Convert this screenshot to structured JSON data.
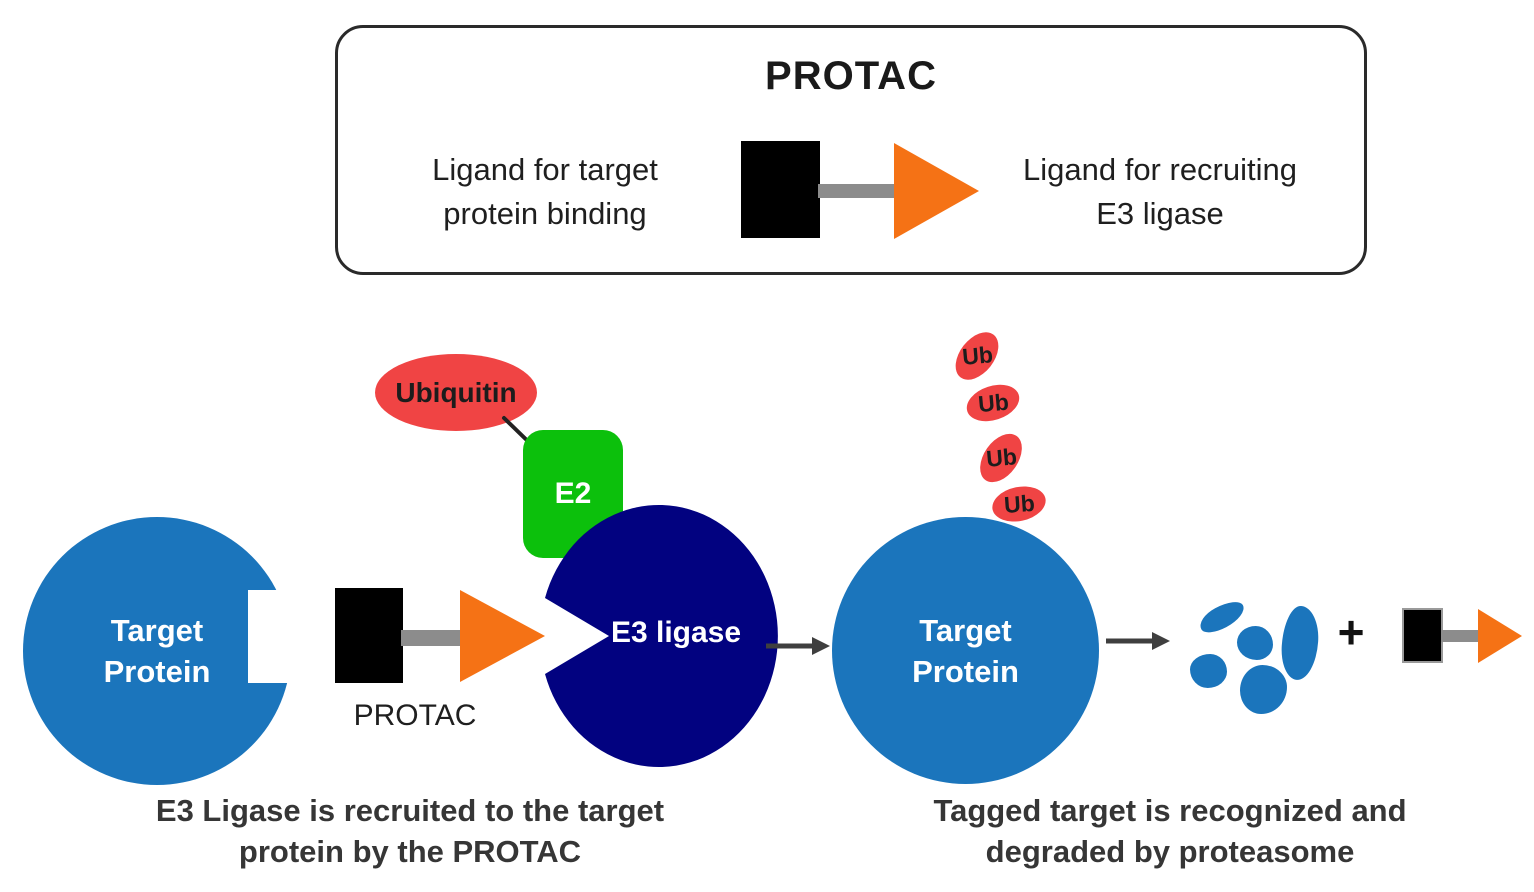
{
  "legend": {
    "title": "PROTAC",
    "left_label": [
      "Ligand for target",
      "protein binding"
    ],
    "right_label": [
      "Ligand for recruiting",
      "E3 ligase"
    ]
  },
  "step1": {
    "target_protein": [
      "Target",
      "Protein"
    ],
    "protac_label": "PROTAC",
    "ubiquitin_label": "Ubiquitin",
    "e2_label": "E2",
    "e3_ligase_label": "E3 ligase",
    "caption": [
      "E3 Ligase is recruited to the target",
      "protein by the PROTAC"
    ]
  },
  "step2": {
    "target_protein": [
      "Target",
      "Protein"
    ],
    "ub_labels": [
      "Ub",
      "Ub",
      "Ub",
      "Ub"
    ],
    "plus_sign": "+",
    "caption": [
      "Tagged target is recognized and",
      "degraded by proteasome"
    ]
  },
  "colors": {
    "target_protein_blue": "#1b75bc",
    "e3_ligase_navy": "#020280",
    "e2_green": "#0cc00c",
    "ubiquitin_red": "#f04444",
    "ligand_triangle_orange": "#f57215",
    "ligand_square_black": "#000000",
    "linker_gray": "#8c8c8c",
    "arrow_gray": "#3f3f3f",
    "text_dark": "#1f1f1f"
  },
  "icons": {
    "target_ligand": "black-square-icon",
    "e3_ligand": "orange-triangle-icon",
    "linker": "gray-linker-icon",
    "flow": "right-arrow-icon"
  }
}
